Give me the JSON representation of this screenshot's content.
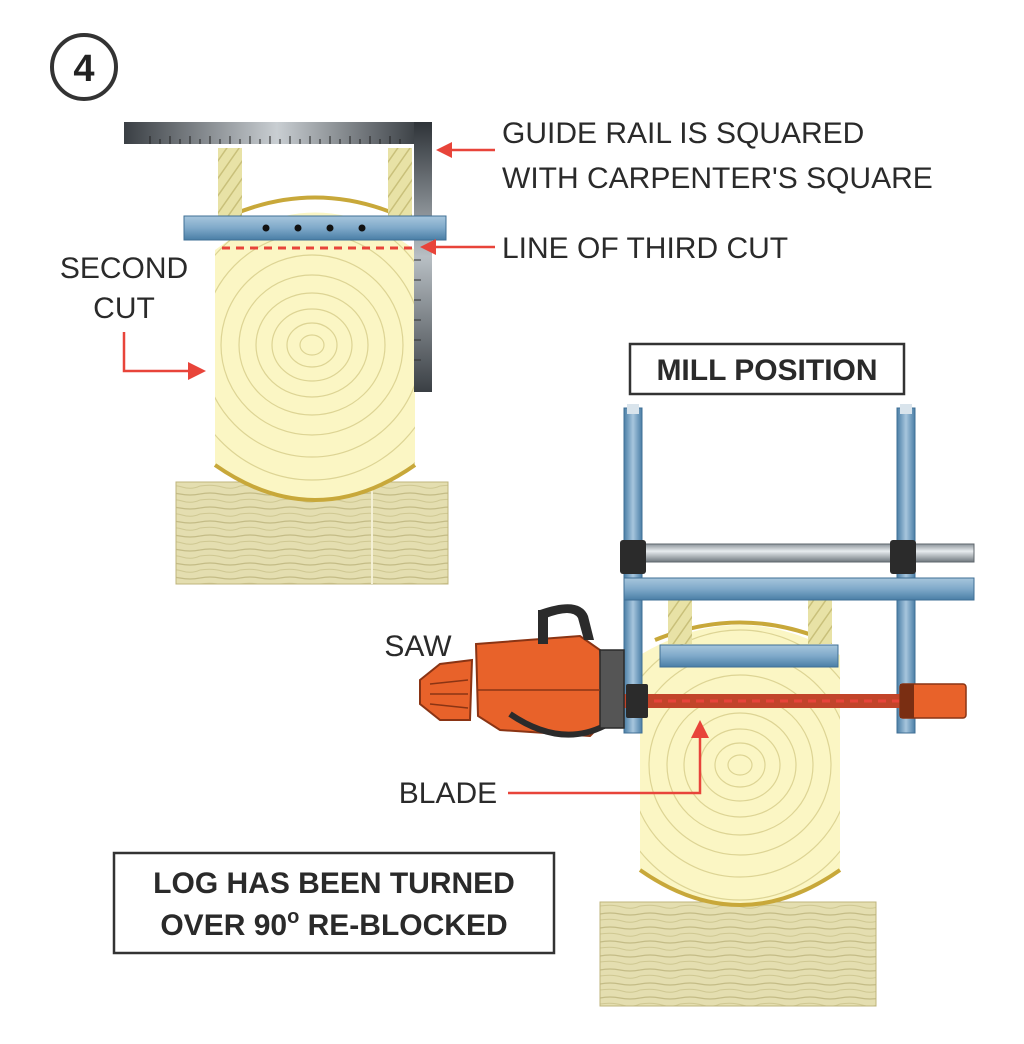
{
  "step_number": "4",
  "labels": {
    "guide_rail_line1": "GUIDE RAIL IS SQUARED",
    "guide_rail_line2": "WITH CARPENTER'S SQUARE",
    "line_of_third_cut": "LINE OF THIRD CUT",
    "second_cut_line1": "SECOND",
    "second_cut_line2": "CUT",
    "mill_position": "MILL POSITION",
    "saw": "SAW",
    "blade": "BLADE",
    "log_turned_line1": "LOG HAS BEEN TURNED",
    "log_turned_line2_prefix": "OVER 90",
    "log_turned_degree": "o",
    "log_turned_line2_suffix": " RE-BLOCKED"
  },
  "colors": {
    "log_fill": "#fbf6c4",
    "log_ring": "#d8cf8e",
    "log_bark": "#c8a83a",
    "block_fill": "#e4deb0",
    "block_grain": "#c4bc86",
    "rail_blue": "#7fa9c9",
    "rail_blue_dark": "#4a7ea6",
    "square_dark": "#2e3338",
    "square_steel": "#9aa2a8",
    "arrow_red": "#e8443a",
    "cut_line_red": "#e8443a",
    "saw_orange": "#e8622a",
    "saw_dark": "#2b2b2b",
    "frame_steel": "#b9c7d2"
  }
}
